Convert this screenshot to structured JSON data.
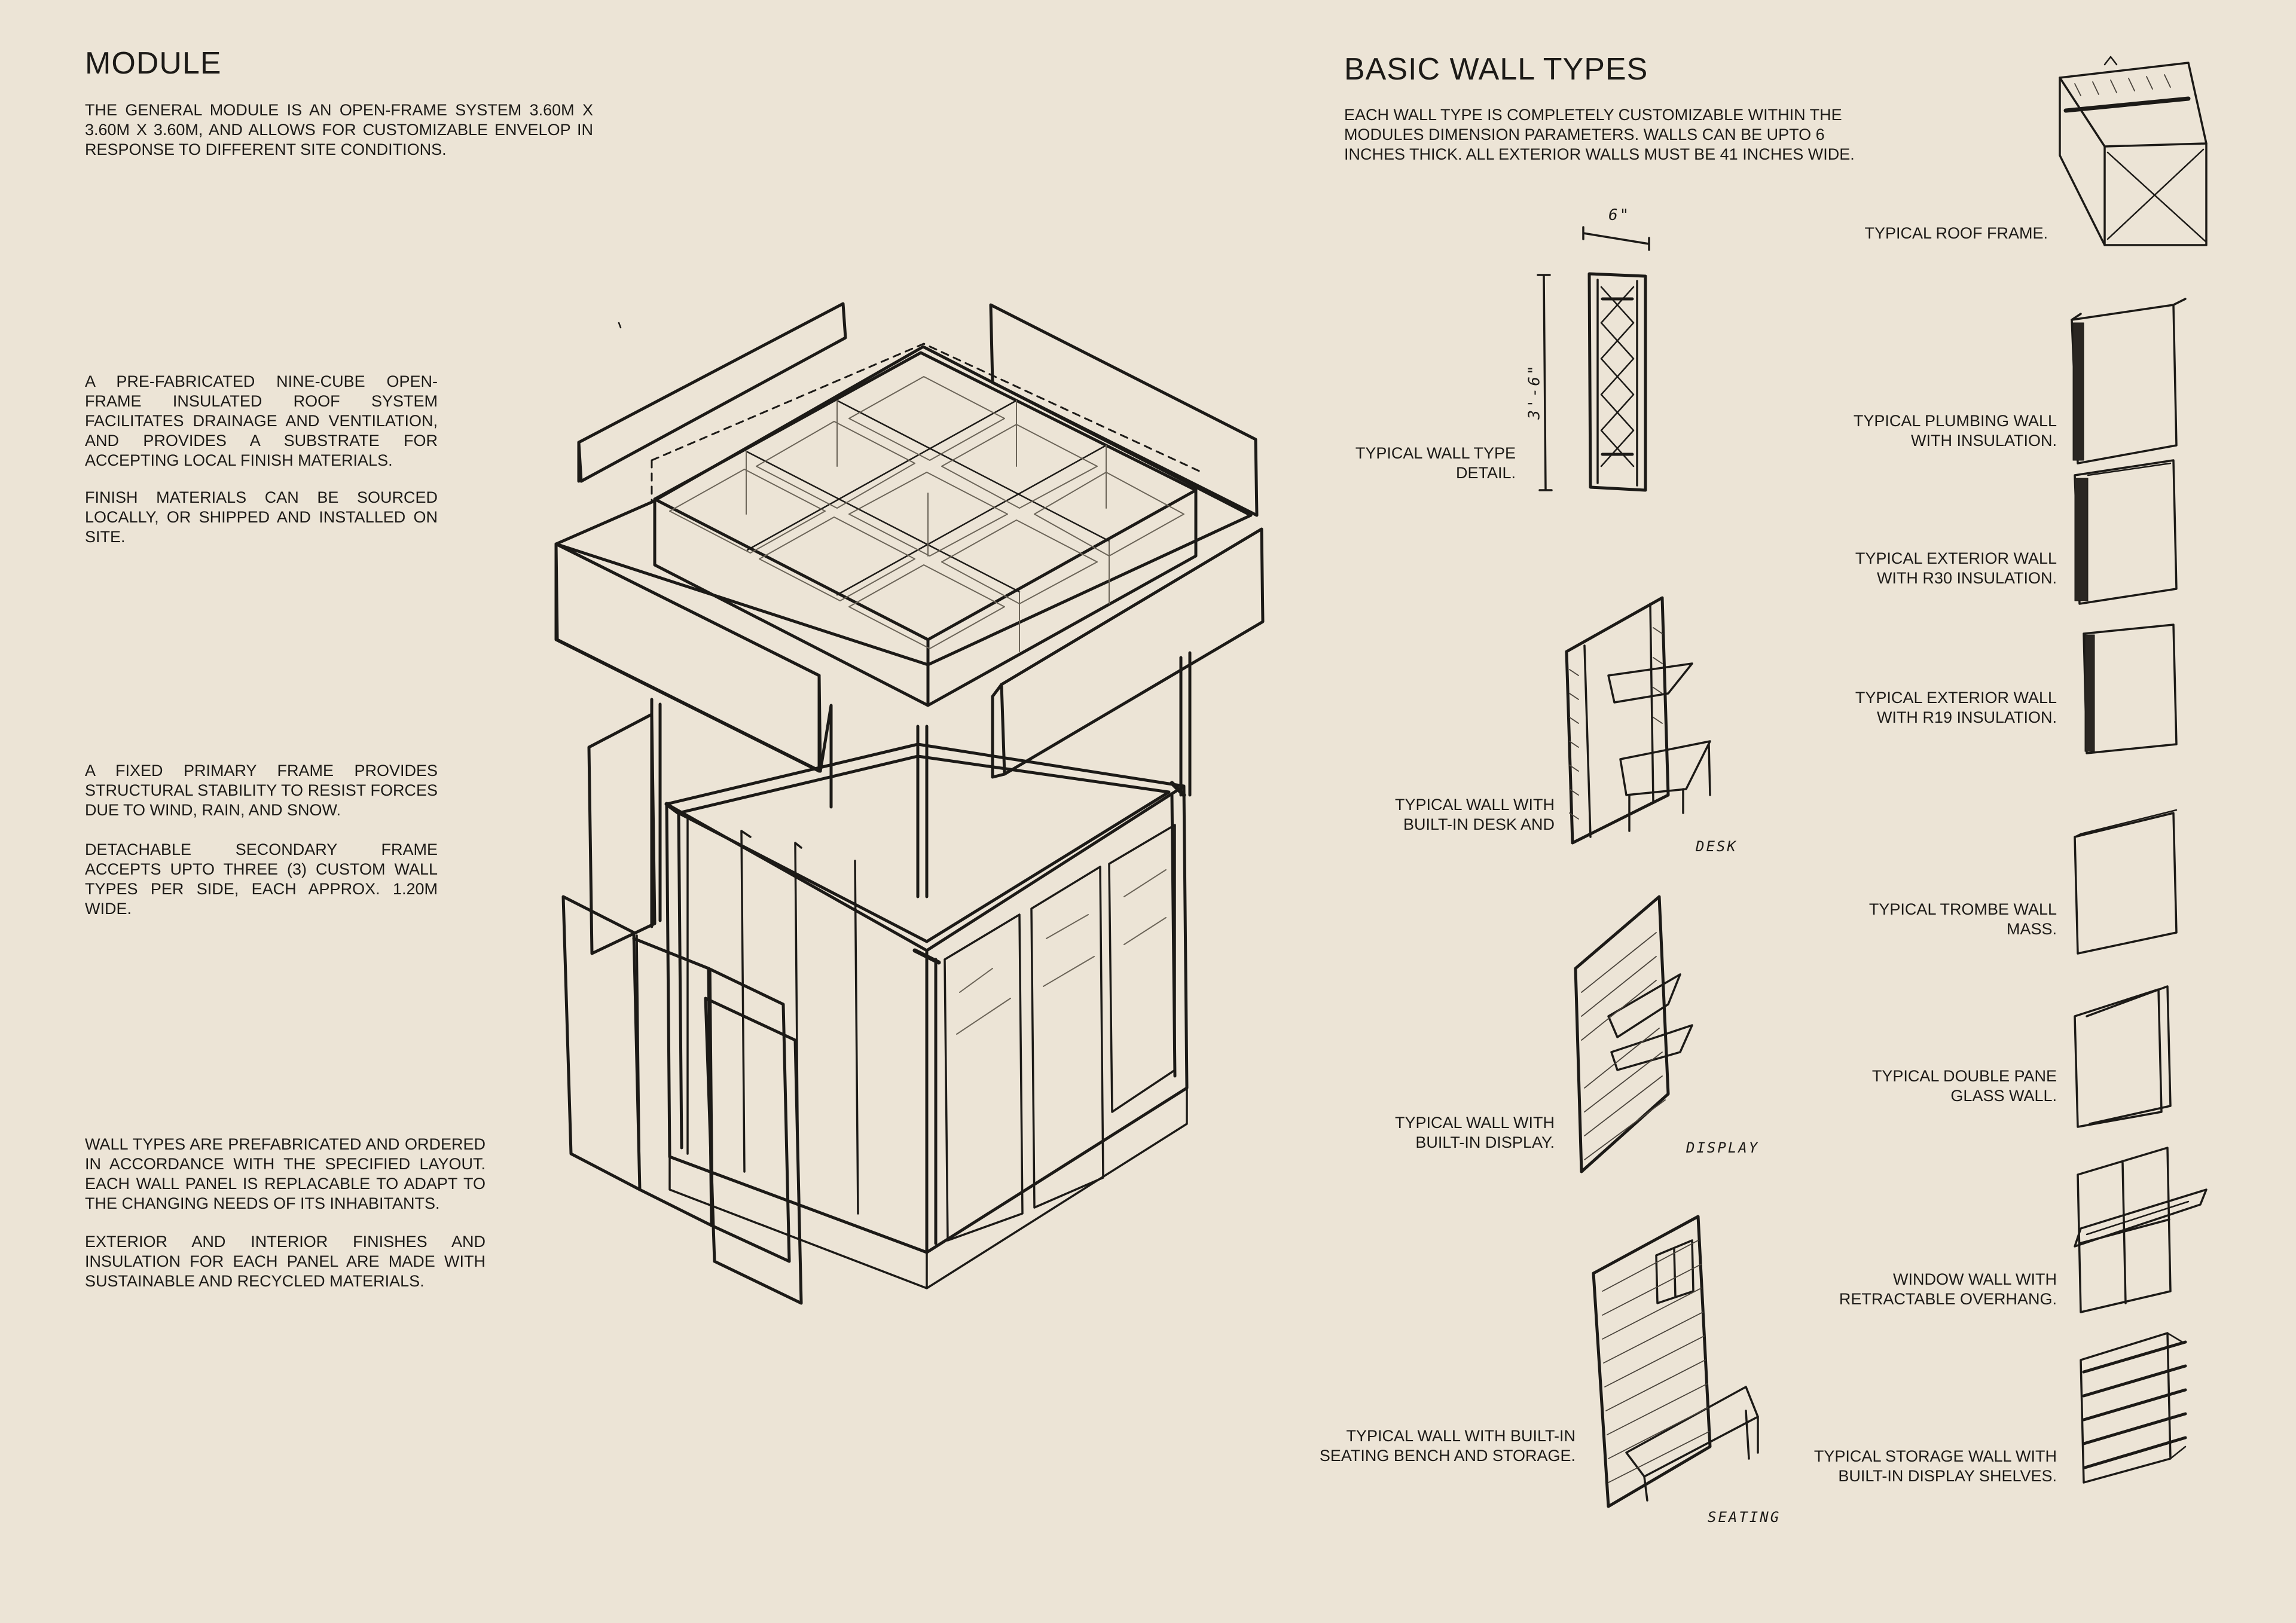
{
  "module": {
    "title": "MODULE",
    "intro": "THE GENERAL MODULE IS AN OPEN-FRAME SYSTEM 3.60M X 3.60M X 3.60M, AND ALLOWS FOR CUSTOMIZABLE ENVELOP IN RESPONSE TO DIFFERENT SITE CONDITIONS.",
    "roof_p1": "A PRE-FABRICATED NINE-CUBE OPEN-FRAME INSULATED ROOF SYSTEM FACILITATES DRAINAGE AND VENTILATION, AND PROVIDES A SUBSTRATE FOR ACCEPTING LOCAL FINISH MATERIALS.",
    "roof_p2": "FINISH MATERIALS CAN BE SOURCED LOCALLY, OR SHIPPED AND INSTALLED ON SITE.",
    "frame_p1": "A FIXED PRIMARY FRAME PROVIDES STRUCTURAL STABILITY TO RESIST FORCES DUE TO WIND, RAIN, AND SNOW.",
    "frame_p2": "DETACHABLE SECONDARY FRAME ACCEPTS UPTO THREE (3) CUSTOM WALL TYPES PER SIDE, EACH APPROX. 1.20M WIDE.",
    "walls_p1": "WALL TYPES ARE PREFABRICATED AND ORDERED IN ACCORDANCE WITH THE SPECIFIED LAYOUT. EACH WALL PANEL IS REPLACABLE TO ADAPT TO THE CHANGING NEEDS OF ITS INHABITANTS.",
    "walls_p2": "EXTERIOR AND INTERIOR FINISHES AND INSULATION FOR EACH PANEL ARE MADE WITH SUSTAINABLE AND RECYCLED MATERIALS."
  },
  "wall_types": {
    "title": "BASIC WALL TYPES",
    "intro": "EACH WALL TYPE IS COMPLETELY CUSTOMIZABLE WITHIN THE MODULES DIMENSION PARAMETERS. WALLS CAN BE UPTO 6 INCHES THICK. ALL EXTERIOR WALLS MUST BE 41 INCHES WIDE.",
    "captions": {
      "roof_frame": "TYPICAL ROOF FRAME.",
      "wall_detail": "TYPICAL WALL TYPE DETAIL.",
      "plumbing": "TYPICAL PLUMBING WALL WITH INSULATION.",
      "ext_r30": "TYPICAL EXTERIOR WALL WITH R30 INSULATION.",
      "ext_r19": "TYPICAL EXTERIOR WALL WITH R19 INSULATION.",
      "desk": "TYPICAL WALL WITH BUILT-IN DESK AND",
      "trombe": "TYPICAL TROMBE WALL MASS.",
      "double_pane": "TYPICAL DOUBLE PANE GLASS WALL.",
      "display": "TYPICAL WALL WITH BUILT-IN DISPLAY.",
      "window": "WINDOW WALL WITH RETRACTABLE OVERHANG.",
      "seating": "TYPICAL WALL WITH BUILT-IN SEATING BENCH AND STORAGE.",
      "storage": "TYPICAL STORAGE WALL WITH BUILT-IN DISPLAY SHELVES."
    },
    "sketch_labels": {
      "dim_width": "6\"",
      "dim_height": "3'-6\"",
      "desk": "DESK",
      "display": "DISPLAY",
      "seating": "SEATING"
    }
  }
}
